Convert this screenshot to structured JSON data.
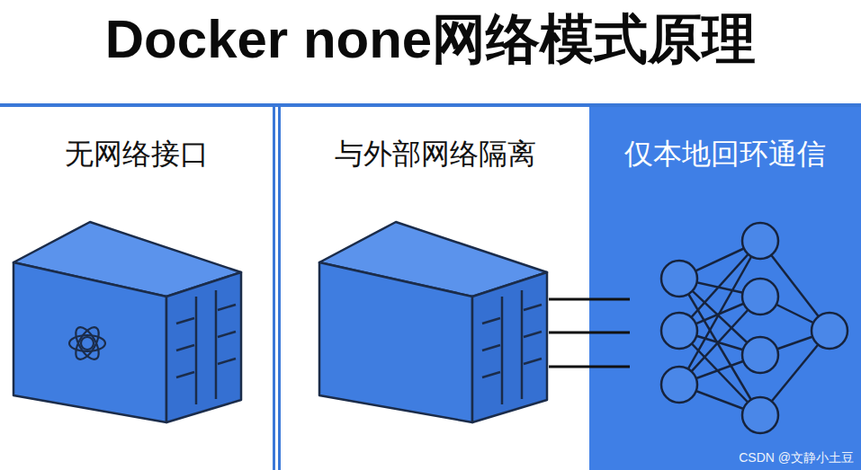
{
  "diagram": {
    "title": "Docker none网络模式原理",
    "nodes": [
      {
        "text": [
          "无网络接口"
        ]
      },
      {
        "text": [
          "与外部网络隔离"
        ]
      },
      {
        "text": [
          "仅本地回环通信"
        ]
      }
    ],
    "labels": [
      "CSDN @文静小土豆"
    ]
  }
}
